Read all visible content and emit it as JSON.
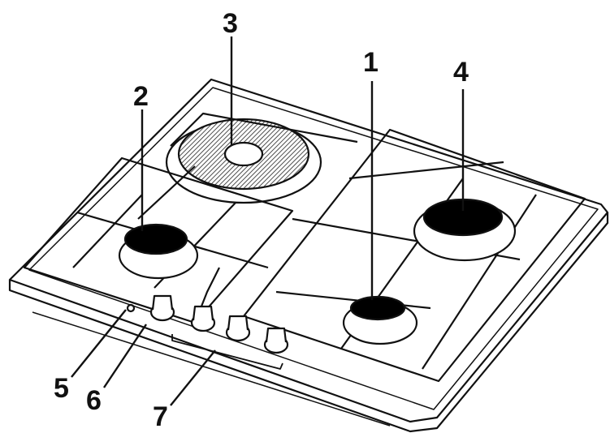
{
  "callouts": [
    {
      "label": "1"
    },
    {
      "label": "2"
    },
    {
      "label": "3"
    },
    {
      "label": "4"
    },
    {
      "label": "5"
    },
    {
      "label": "6"
    },
    {
      "label": "7"
    }
  ],
  "colors": {
    "line": "#111111",
    "fill": "#ffffff",
    "burner_cap": "#000000",
    "hatch": "#222222"
  }
}
